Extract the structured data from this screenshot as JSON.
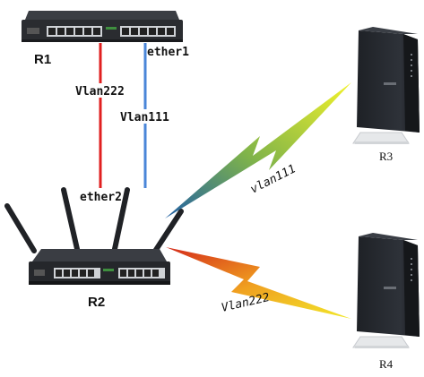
{
  "devices": {
    "r1": {
      "label": "R1"
    },
    "r2": {
      "label": "R2"
    },
    "r3": {
      "label": "R3"
    },
    "r4": {
      "label": "R4"
    }
  },
  "links": {
    "vlan222_wire": {
      "label": "Vlan222",
      "color": "#e02020"
    },
    "vlan111_wire": {
      "label": "Vlan111",
      "color": "#4a86d8"
    },
    "r1_port": {
      "label": "ether1"
    },
    "r2_port": {
      "label": "ether2"
    },
    "wireless_r3": {
      "label": "vlan111",
      "gradient": [
        "#1f5fa6",
        "#f2f22a"
      ]
    },
    "wireless_r4": {
      "label": "Vlan222",
      "gradient": [
        "#d42a1a",
        "#f2e82a"
      ]
    }
  }
}
